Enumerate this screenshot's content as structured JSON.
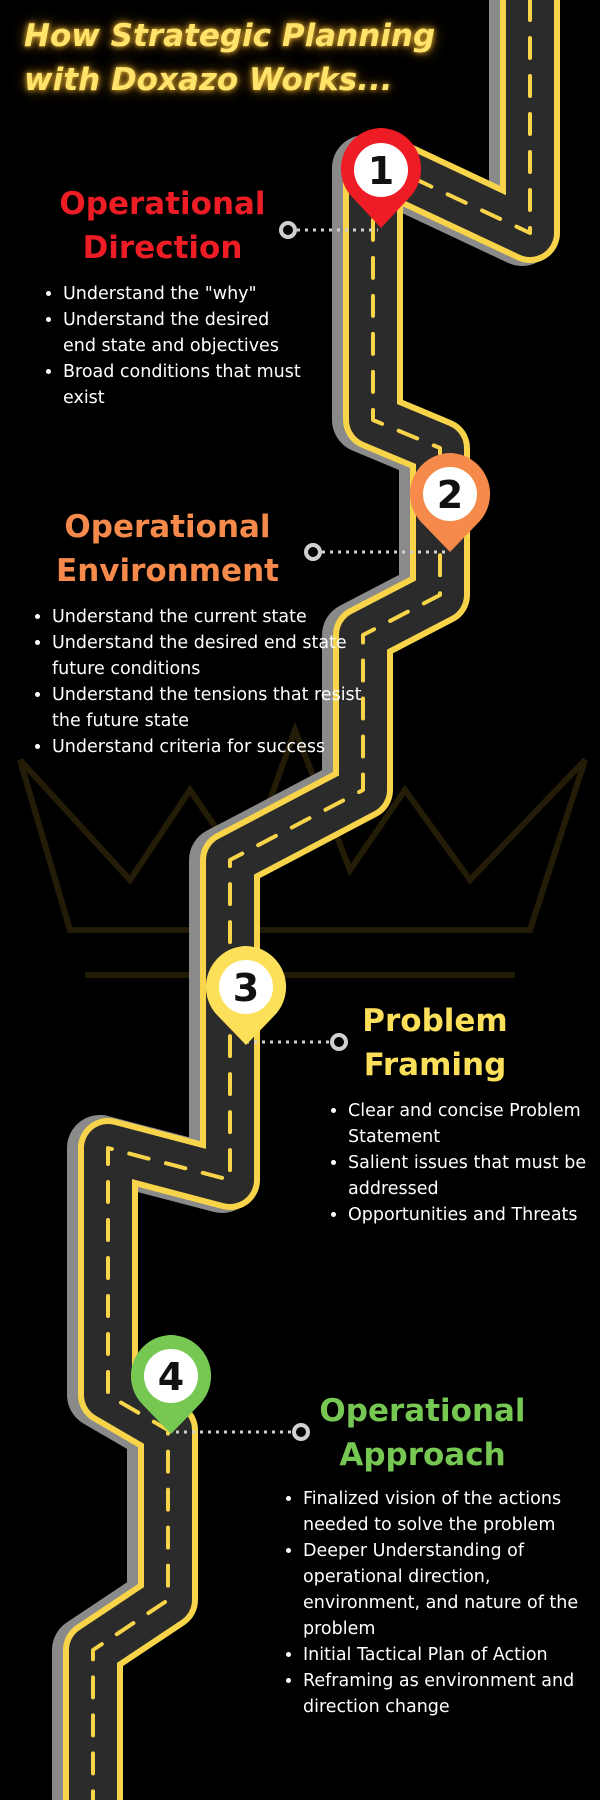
{
  "header": {
    "title_lines": [
      "How Strategic Planning",
      "with Doxazo Works..."
    ]
  },
  "colors": {
    "background": "#000000",
    "road": "#2b2b2b",
    "road_edge": "#f7d44a",
    "road_shadow": "#8a8a8a",
    "step1": "#ee1c25",
    "step2": "#f58a4b",
    "step3": "#fde05a",
    "step4": "#76c853",
    "connector": "#d0d0d0"
  },
  "steps": [
    {
      "number": "1",
      "title_lines": [
        "Operational",
        "Direction"
      ],
      "color": "#ee1c25",
      "pin_icon": "map-pin-icon",
      "bullets": [
        "Understand the \"why\"",
        "Understand the desired end state and objectives",
        "Broad conditions that must exist"
      ]
    },
    {
      "number": "2",
      "title_lines": [
        "Operational",
        "Environment"
      ],
      "color": "#f58a4b",
      "pin_icon": "map-pin-icon",
      "bullets": [
        "Understand the current state",
        "Understand the desired end state future conditions",
        "Understand the tensions that resist the future state",
        "Understand criteria for success"
      ]
    },
    {
      "number": "3",
      "title_lines": [
        "Problem",
        "Framing"
      ],
      "color": "#fde05a",
      "pin_icon": "map-pin-icon",
      "bullets": [
        "Clear and concise Problem Statement",
        "Salient issues that must be addressed",
        "Opportunities and Threats"
      ]
    },
    {
      "number": "4",
      "title_lines": [
        "Operational",
        "Approach"
      ],
      "color": "#76c853",
      "pin_icon": "map-pin-icon",
      "bullets": [
        "Finalized vision of the actions needed to solve the problem",
        "Deeper Understanding of operational direction, environment, and nature of the problem",
        "Initial Tactical Plan of Action",
        "Reframing as environment and direction change"
      ]
    }
  ],
  "background_logo": "crown-icon"
}
